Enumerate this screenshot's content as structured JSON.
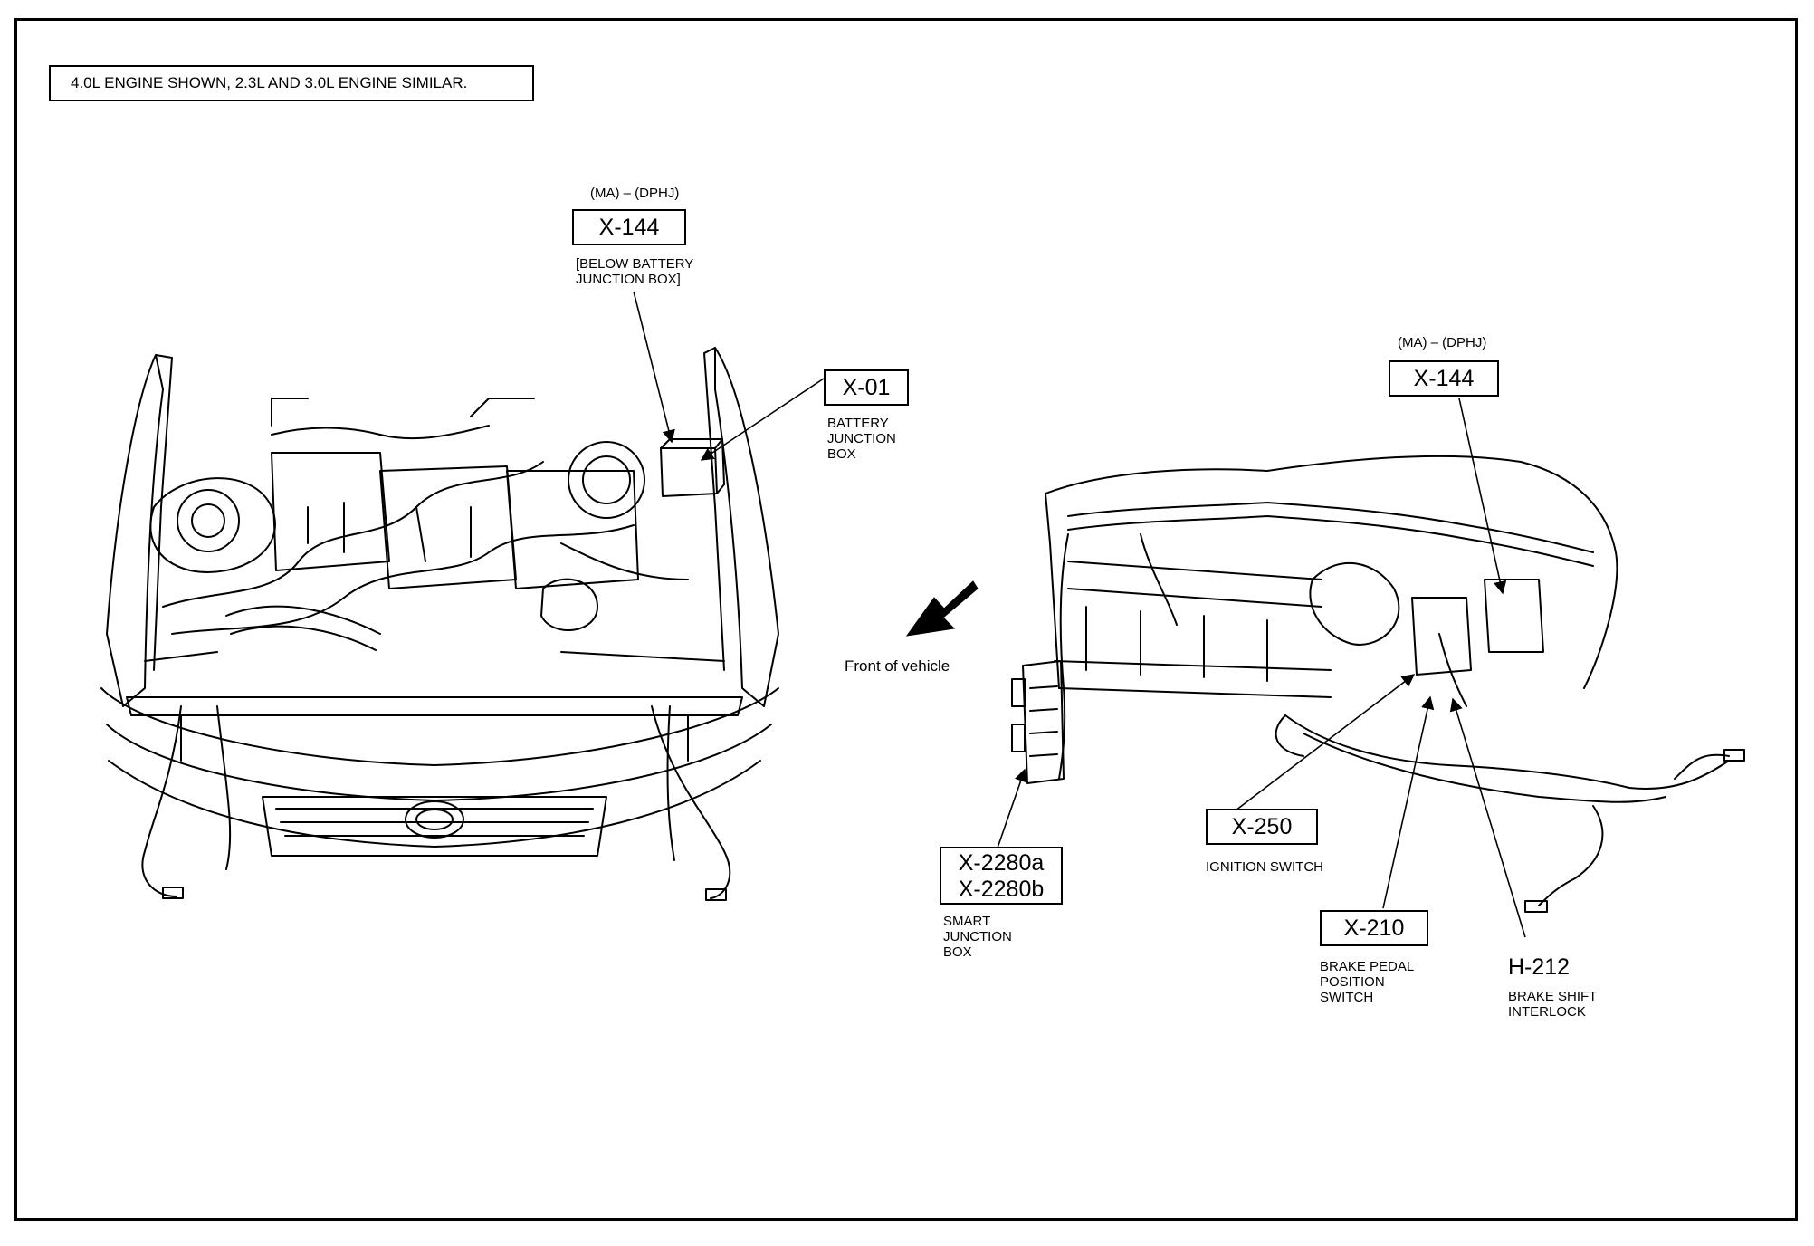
{
  "note": "4.0L ENGINE SHOWN, 2.3L AND 3.0L ENGINE SIMILAR.",
  "direction_label": "Front of vehicle",
  "engine_bay": {
    "x144": {
      "variant": "(MA) – (DPHJ)",
      "id": "X-144",
      "desc": "[BELOW BATTERY\nJUNCTION BOX]"
    },
    "x01": {
      "id": "X-01",
      "desc": "BATTERY\nJUNCTION\nBOX"
    }
  },
  "dash_panel": {
    "x144": {
      "variant": "(MA) – (DPHJ)",
      "id": "X-144"
    },
    "x2280": {
      "id_a": "X-2280a",
      "id_b": "X-2280b",
      "desc": "SMART\nJUNCTION\nBOX"
    },
    "x250": {
      "id": "X-250",
      "desc": "IGNITION SWITCH"
    },
    "x210": {
      "id": "X-210",
      "desc": "BRAKE PEDAL\nPOSITION\nSWITCH"
    },
    "h212": {
      "id": "H-212",
      "desc": "BRAKE SHIFT\nINTERLOCK"
    }
  }
}
